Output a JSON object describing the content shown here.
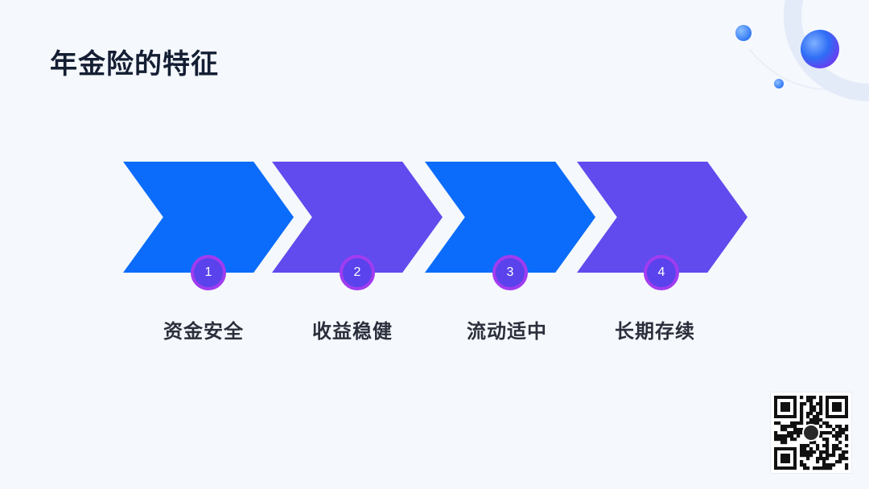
{
  "slide": {
    "title": "年金险的特征"
  },
  "process": {
    "steps": [
      {
        "number": "1",
        "label": "资金安全",
        "color": "#0b6cfb",
        "ring_fill": "#5a43ec"
      },
      {
        "number": "2",
        "label": "收益稳健",
        "color": "#614bee",
        "ring_fill": "#5a43ec"
      },
      {
        "number": "3",
        "label": "流动适中",
        "color": "#0b6cfb",
        "ring_fill": "#5a43ec"
      },
      {
        "number": "4",
        "label": "长期存续",
        "color": "#614bee",
        "ring_fill": "#5a43ec"
      }
    ]
  },
  "colors": {
    "background": "#f5f8fd",
    "title": "#141e33",
    "accent_blue": "#0b6cfb",
    "accent_purple": "#614bee",
    "ring": "#a13cf0"
  },
  "icons": {
    "decoration": "planet-orbs-decoration",
    "qr": "qr-code-icon"
  }
}
